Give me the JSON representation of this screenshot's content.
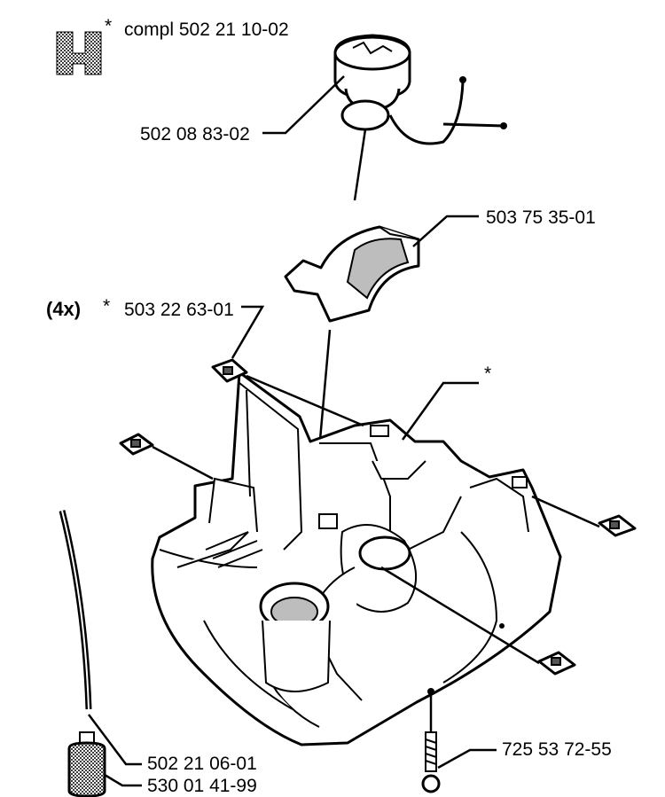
{
  "section_letter": "H",
  "labels": {
    "compl": "compl 502 21 10-02",
    "compl_star": "*",
    "cap": "502 08 83-02",
    "seal": "503 75 35-01",
    "qty": "(4x)",
    "nut_star": "*",
    "nut": "503 22 63-01",
    "housing_star": "*",
    "hose": "502 21 06-01",
    "filter": "530 01 41-99",
    "screw": "725 53 72-55"
  }
}
